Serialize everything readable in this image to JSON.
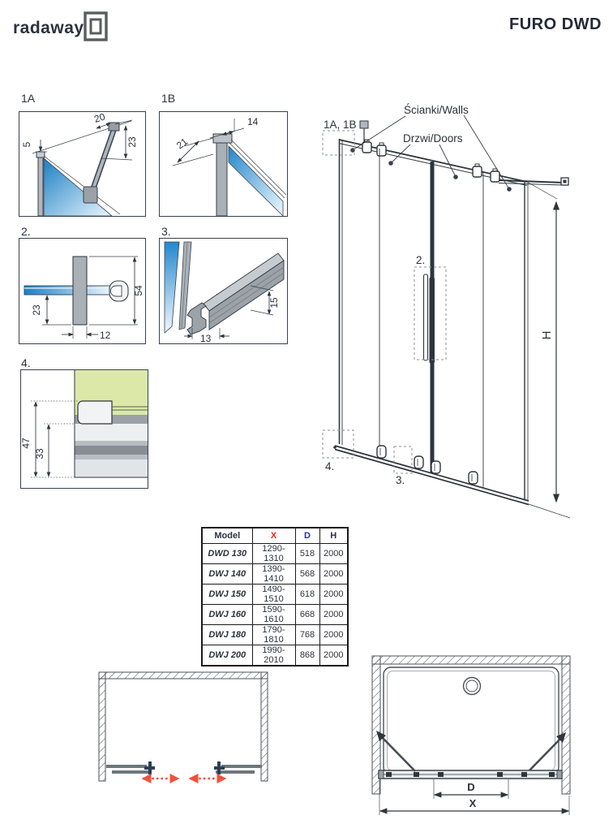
{
  "header": {
    "logo_text": "radaway",
    "title": "FURO DWD"
  },
  "details": {
    "d1a": {
      "label": "1A",
      "dims": [
        "20",
        "23",
        "5"
      ]
    },
    "d1b": {
      "label": "1B",
      "dims": [
        "14",
        "21"
      ]
    },
    "d2": {
      "label": "2.",
      "dims": [
        "54",
        "23",
        "12"
      ]
    },
    "d3": {
      "label": "3.",
      "dims": [
        "15",
        "13"
      ]
    },
    "d4": {
      "label": "4.",
      "dims": [
        "47",
        "33"
      ]
    }
  },
  "elevation": {
    "callout_detail_1ab": "1A, 1B",
    "label_walls": "Ścianki/Walls",
    "label_doors": "Drzwi/Doors",
    "callout_detail_2": "2.",
    "callout_detail_3": "3.",
    "callout_detail_4": "4.",
    "dim_height_label": "H"
  },
  "spec_table": {
    "headers": {
      "model": "Model",
      "x": "X",
      "d": "D",
      "h": "H"
    },
    "rows": [
      {
        "model": "DWD 130",
        "x": "1290-1310",
        "d": "518",
        "h": "2000"
      },
      {
        "model": "DWJ 140",
        "x": "1390-1410",
        "d": "568",
        "h": "2000"
      },
      {
        "model": "DWJ 150",
        "x": "1490-1510",
        "d": "618",
        "h": "2000"
      },
      {
        "model": "DWJ 160",
        "x": "1590-1610",
        "d": "668",
        "h": "2000"
      },
      {
        "model": "DWJ 180",
        "x": "1790-1810",
        "d": "768",
        "h": "2000"
      },
      {
        "model": "DWJ 200",
        "x": "1990-2010",
        "d": "868",
        "h": "2000"
      }
    ]
  },
  "plan_front": {
    "dim_inner_label": "D",
    "dim_outer_label": "X"
  },
  "colors": {
    "accent_red": "#e8251f",
    "arrow_red": "#f2503e",
    "accent_blue": "#2b2bb0",
    "logo_gray": "#575f5b",
    "glass_blue": "#1b7fc4",
    "seal_green": "#dce8a8"
  }
}
